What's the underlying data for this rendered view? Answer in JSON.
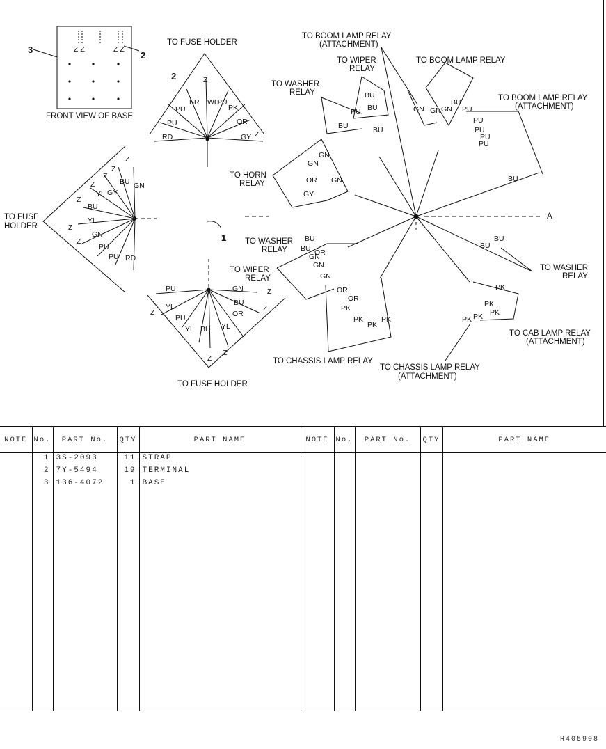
{
  "diagram": {
    "callouts": {
      "strap": "1",
      "terminal": "2",
      "base": "3"
    },
    "base_view": {
      "caption": "FRONT VIEW OF BASE",
      "top_marks": [
        "Z Z",
        "Z Z"
      ]
    },
    "fuse_holder_top": {
      "label": "TO FUSE HOLDER",
      "wires": [
        "Z",
        "BR",
        "WH",
        "PU",
        "PK",
        "PU",
        "PU",
        "OR",
        "RD",
        "GY",
        "Z"
      ]
    },
    "fuse_holder_left": {
      "label": "TO FUSE\nHOLDER",
      "wires": [
        "Z",
        "Z",
        "Z",
        "BU",
        "GN",
        "Z",
        "YL",
        "GY",
        "BU",
        "Z",
        "YL",
        "Z",
        "GN",
        "Z",
        "PU",
        "PU",
        "RD"
      ]
    },
    "fuse_holder_bottom": {
      "label": "TO FUSE HOLDER",
      "wires": [
        "PU",
        "GN",
        "Z",
        "YL",
        "BU",
        "Z",
        "PU",
        "OR",
        "YL",
        "BU",
        "YL",
        "Z",
        "Z",
        "Z"
      ]
    },
    "boom_lamp_relay_attach_top": {
      "label": "TO BOOM LAMP RELAY\n(ATTACHMENT)",
      "wires": [
        "GN",
        "GN"
      ]
    },
    "wiper_relay_top": {
      "label": "TO WIPER\nRELAY",
      "wires": [
        "BU",
        "BU",
        "BU"
      ]
    },
    "washer_relay_top": {
      "label": "TO WASHER\nRELAY",
      "wires": [
        "PU",
        "BU"
      ]
    },
    "boom_lamp_relay": {
      "label": "TO BOOM LAMP RELAY",
      "wires": [
        "GN",
        "BU",
        "PU"
      ]
    },
    "boom_lamp_relay_attach_right": {
      "label": "TO BOOM LAMP RELAY\n(ATTACHMENT)",
      "wires": [
        "PU",
        "PU",
        "PU",
        "PU",
        "BU"
      ]
    },
    "horn_relay": {
      "label": "TO HORN\nRELAY",
      "wires": [
        "GN",
        "GN",
        "GN",
        "OR",
        "GY"
      ]
    },
    "washer_relay_left": {
      "label": "TO WASHER\nRELAY",
      "wires": [
        "BU",
        "BU",
        "OR"
      ]
    },
    "wiper_relay_left": {
      "label": "TO WIPER\nRELAY",
      "wires": [
        "GN",
        "GN",
        "GN"
      ]
    },
    "washer_relay_right": {
      "label": "TO WASHER\nRELAY",
      "wires": [
        "BU",
        "BU"
      ]
    },
    "chassis_lamp_relay": {
      "label": "TO CHASSIS LAMP RELAY",
      "wires": [
        "OR",
        "PK",
        "OR",
        "PK",
        "PK",
        "PK"
      ]
    },
    "chassis_lamp_relay_attach": {
      "label": "TO CHASSIS LAMP RELAY\n(ATTACHMENT)",
      "wires": [
        "PK",
        "PK"
      ]
    },
    "cab_lamp_relay_attach": {
      "label": "TO CAB LAMP RELAY\n(ATTACHMENT)",
      "wires": [
        "PK",
        "PK",
        "PK"
      ]
    },
    "section_mark": "A"
  },
  "table": {
    "headers": [
      "NOTE",
      "No.",
      "PART No.",
      "QTY",
      "PART NAME",
      "NOTE",
      "No.",
      "PART No.",
      "QTY",
      "PART NAME"
    ],
    "rows": [
      {
        "no": "1",
        "part_no": "3S-2093",
        "qty": "11",
        "name": "STRAP"
      },
      {
        "no": "2",
        "part_no": "7Y-5494",
        "qty": "19",
        "name": "TERMINAL"
      },
      {
        "no": "3",
        "part_no": "136-4072",
        "qty": "1",
        "name": "BASE"
      }
    ]
  },
  "drawing_id": "H405908"
}
